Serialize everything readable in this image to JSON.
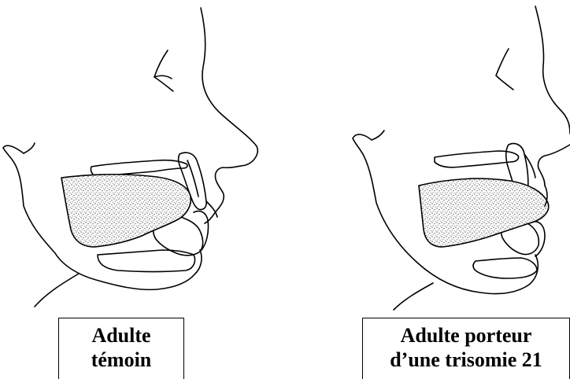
{
  "figures": [
    {
      "caption_line1": "Adulte",
      "caption_line2": "témoin"
    },
    {
      "caption_line1": "Adulte porteur",
      "caption_line2": "d’une trisomie 21"
    }
  ],
  "colors": {
    "line": "#000000",
    "tongue_stipple": "#8c8c8c",
    "background": "#ffffff"
  }
}
